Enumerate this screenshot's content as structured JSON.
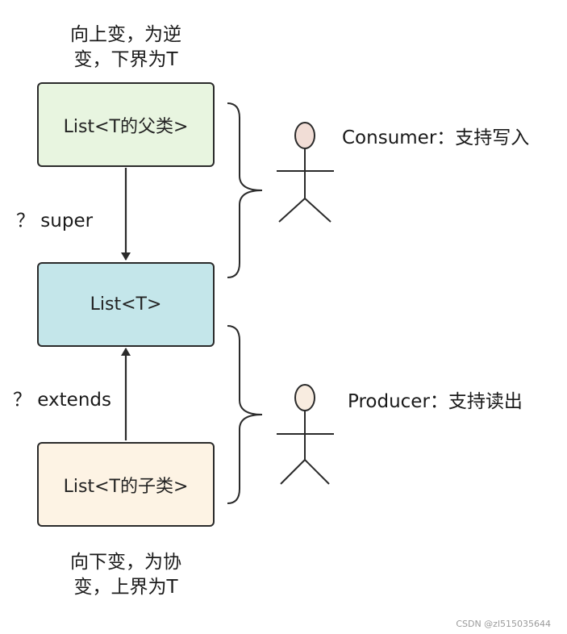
{
  "top_note": {
    "line1": "向上变，为逆",
    "line2": "变，下界为T"
  },
  "bottom_note": {
    "line1": "向下变，为协",
    "line2": "变，上界为T"
  },
  "boxes": {
    "super": "List<T的父类>",
    "t": "List<T>",
    "sub": "List<T的子类>"
  },
  "edges": {
    "super": "？ super",
    "extends": "？ extends"
  },
  "actors": {
    "consumer": "Consumer：支持写入",
    "producer": "Producer：支持读出"
  },
  "colors": {
    "super_box": "#e8f5e0",
    "t_box": "#c4e6ea",
    "sub_box": "#fdf3e4",
    "actor_head": "#f1ddd6"
  },
  "watermark": "CSDN @zl515035644"
}
